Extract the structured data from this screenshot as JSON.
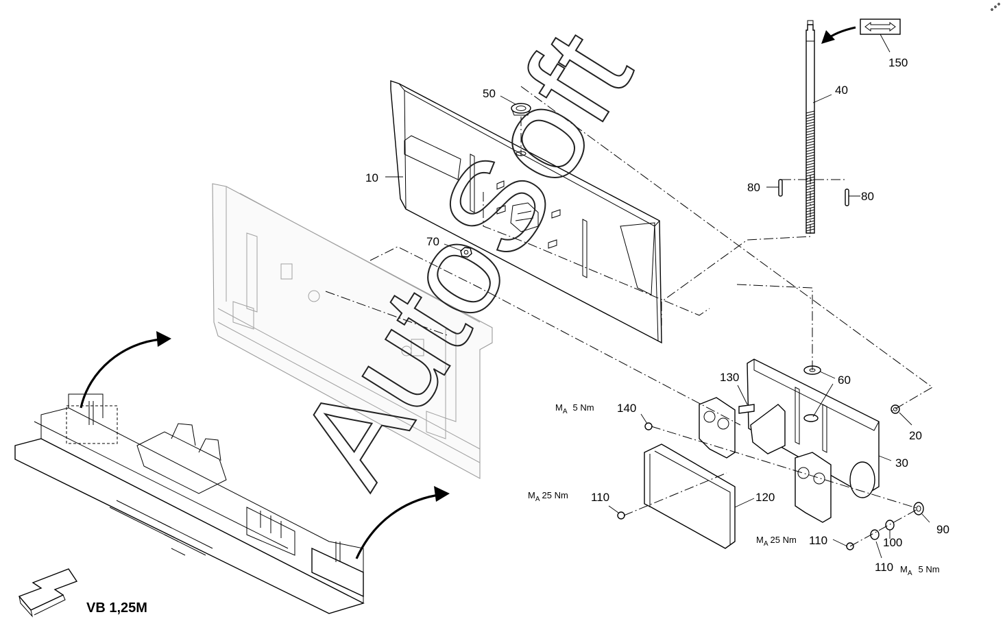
{
  "callouts": {
    "p10": "10",
    "p20": "20",
    "p30": "30",
    "p40": "40",
    "p50": "50",
    "p60": "60",
    "p70": "70",
    "p80a": "80",
    "p80b": "80",
    "p90": "90",
    "p100": "100",
    "p110a": "110",
    "p110b": "110",
    "p110c": "110",
    "p120": "120",
    "p130": "130",
    "p140": "140",
    "p150": "150"
  },
  "torque": {
    "t140": "5 Nm",
    "t110a": "25 Nm",
    "t110b": "25 Nm",
    "t110c": "5 Nm",
    "symbol": "M",
    "subscript": "A"
  },
  "view_label": "VB 1,25M",
  "watermark": "AutoSoft"
}
